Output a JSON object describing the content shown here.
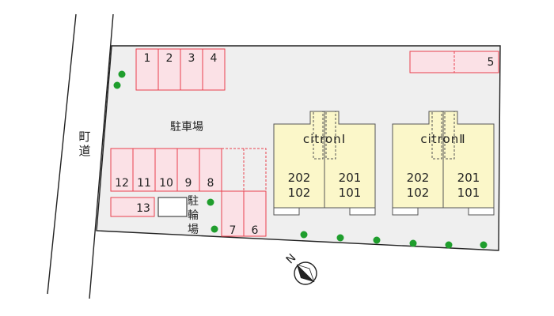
{
  "map": {
    "road_label_chars": [
      "町",
      "道"
    ],
    "parking_area_label": "駐車場",
    "bicycle_area_label_chars": [
      "駐",
      "輪",
      "場"
    ],
    "parking_spaces": [
      "1",
      "2",
      "3",
      "4",
      "5",
      "6",
      "7",
      "8",
      "9",
      "10",
      "11",
      "12",
      "13"
    ],
    "buildings": [
      {
        "name": "citronⅠ",
        "units_upper": [
          "202",
          "201"
        ],
        "units_lower": [
          "102",
          "101"
        ]
      },
      {
        "name": "citronⅡ",
        "units_upper": [
          "202",
          "201"
        ],
        "units_lower": [
          "102",
          "101"
        ]
      }
    ],
    "compass_label": "N",
    "colors": {
      "lot_fill": "#efefef",
      "lot_outline": "#222222",
      "parking_fill": "#fbe1e6",
      "parking_outline": "#e8404e",
      "building_fill": "#fbf7c9",
      "building_outline": "#555555",
      "tree": "#1f9e2d"
    },
    "icons": [
      "compass-north-arrow-icon",
      "tree-icon"
    ]
  }
}
